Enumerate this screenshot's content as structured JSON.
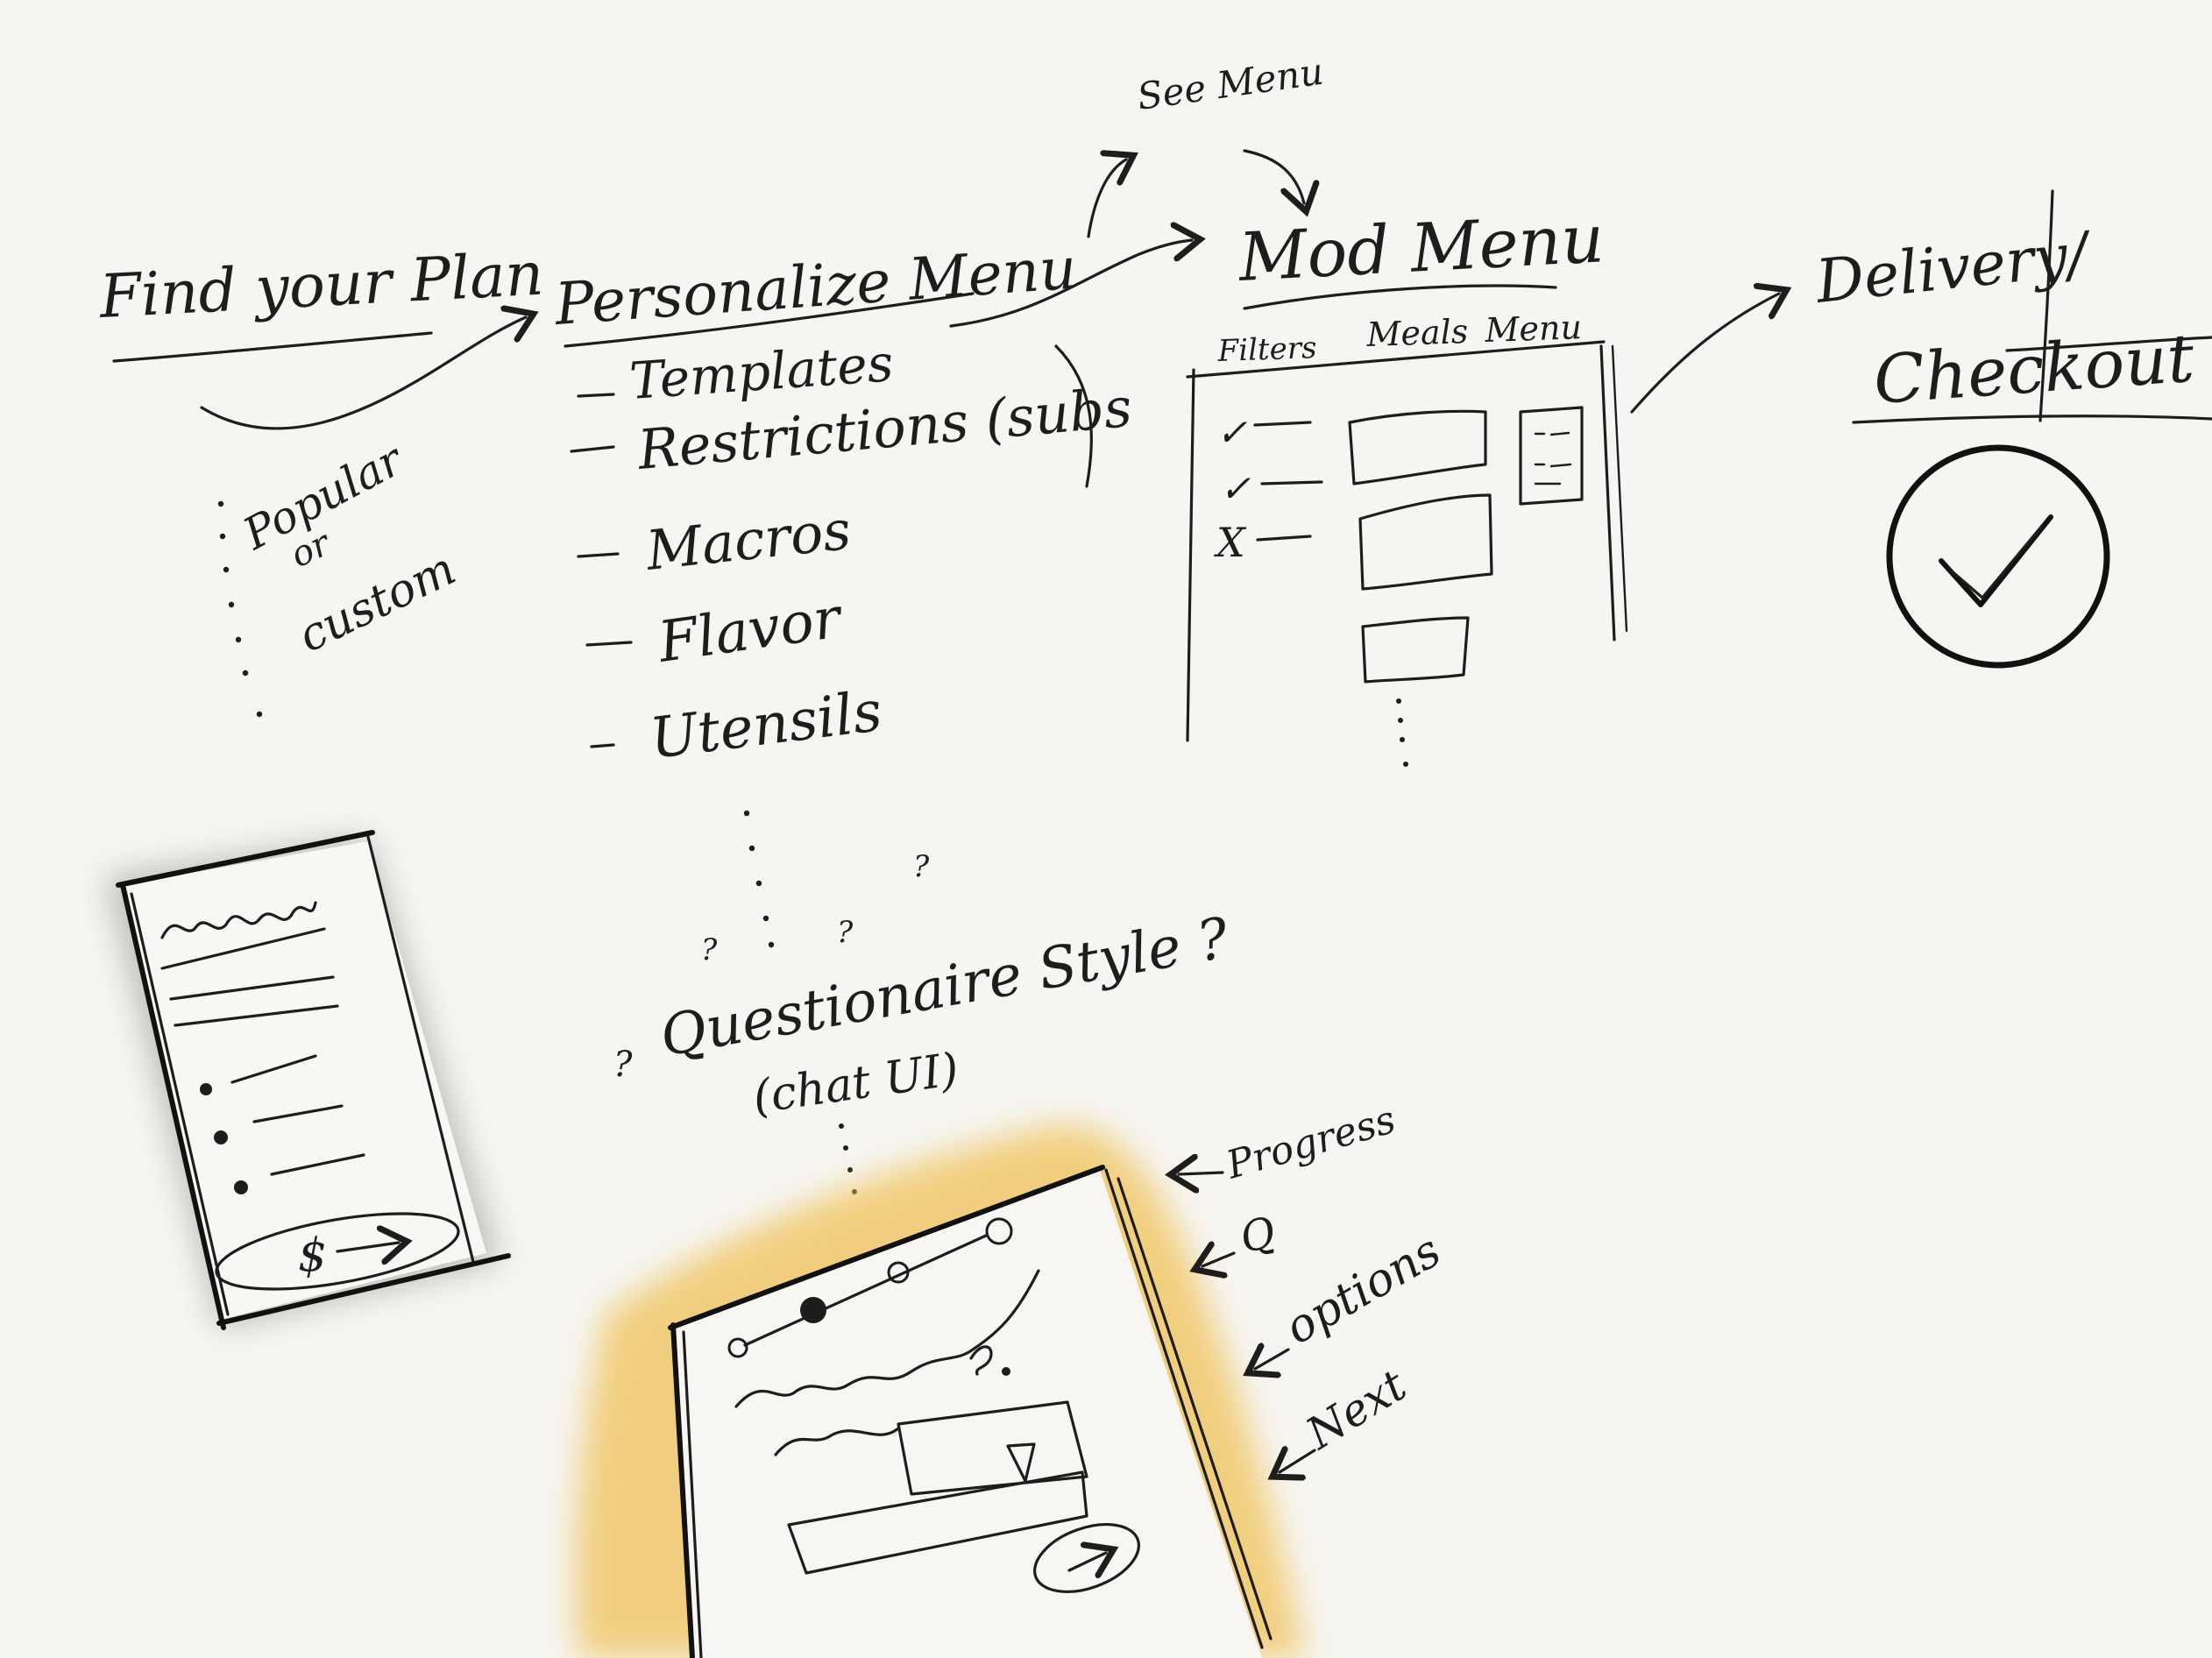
{
  "stage_find_plan": {
    "title": "Find your Plan",
    "note_line1": "Popular",
    "note_line2": "or",
    "note_line3": "custom"
  },
  "stage_personalize": {
    "title": "Personalize Menu",
    "items": [
      "Templates",
      "Restrictions (subs",
      "Macros",
      "Flavor",
      "Utensils"
    ]
  },
  "stage_mod_menu": {
    "title": "Mod Menu",
    "see_menu": "See Menu",
    "columns": [
      "Filters",
      "Meals",
      "Menu"
    ],
    "filter_marks": [
      "✓",
      "✓",
      "X"
    ]
  },
  "stage_checkout": {
    "title_line1": "Delivery/",
    "title_line2": "Checkout"
  },
  "questionnaire": {
    "title": "Questionaire Style ?",
    "subtitle": "(chat UI)",
    "question_marks": [
      "?",
      "?",
      "?",
      "?"
    ],
    "annotations": [
      "Progress",
      "Q",
      "options",
      "Next"
    ]
  },
  "plan_phone": {
    "price_symbol": "$"
  },
  "colors": {
    "ink": "#1d1d1d",
    "paper": "#f6f5f1",
    "highlight": "#f0c25a",
    "shadow": "#9a9a93"
  }
}
